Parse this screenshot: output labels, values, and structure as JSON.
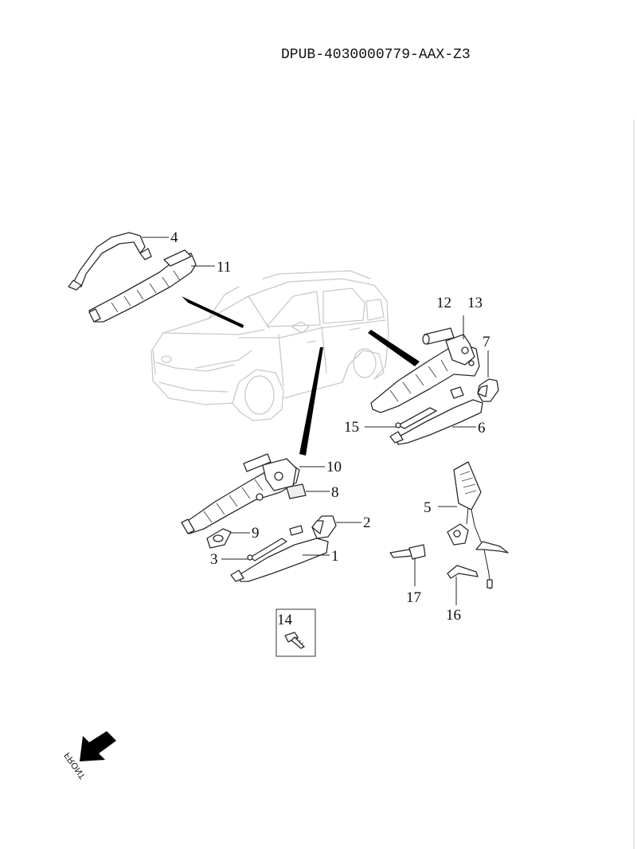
{
  "document_code": "DPUB-4030000779-AAX-Z3",
  "callouts": {
    "c1": "1",
    "c2": "2",
    "c3": "3",
    "c4": "4",
    "c5": "5",
    "c6": "6",
    "c7": "7",
    "c8": "8",
    "c9": "9",
    "c10": "10",
    "c11": "11",
    "c12": "12",
    "c13": "13",
    "c14": "14",
    "c15": "15",
    "c16": "16",
    "c17": "17"
  },
  "front_label": "FRONT"
}
